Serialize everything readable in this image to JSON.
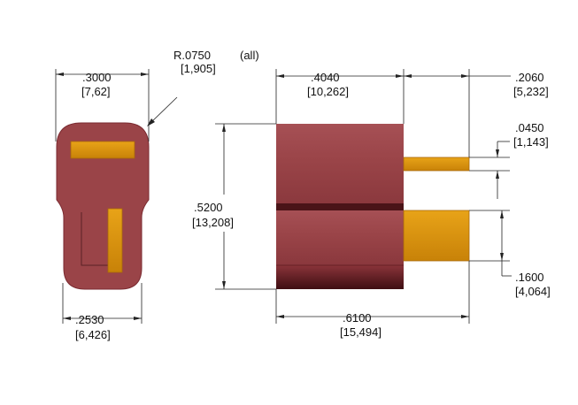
{
  "colors": {
    "housing": "#9a4448",
    "housing_shade": "#7a2a30",
    "seam": "#4a1418",
    "contact": "#d9900a",
    "contact_dark": "#a8680a",
    "dim_line": "#222222"
  },
  "dimensions": {
    "radius": {
      "inch": "R.0750",
      "mm": "[1,905]",
      "note": "(all)"
    },
    "front_width_top": {
      "inch": ".3000",
      "mm": "[7,62]"
    },
    "front_width_bottom": {
      "inch": ".2530",
      "mm": "[6,426]"
    },
    "side_length_body": {
      "inch": ".4040",
      "mm": "[10,262]"
    },
    "side_pin_length": {
      "inch": ".2060",
      "mm": "[5,232]"
    },
    "side_height": {
      "inch": ".5200",
      "mm": "[13,208]"
    },
    "pin_thickness": {
      "inch": ".0450",
      "mm": "[1,143]"
    },
    "pin_width": {
      "inch": ".1600",
      "mm": "[4,064]"
    },
    "overall_length": {
      "inch": ".6100",
      "mm": "[15,494]"
    }
  }
}
